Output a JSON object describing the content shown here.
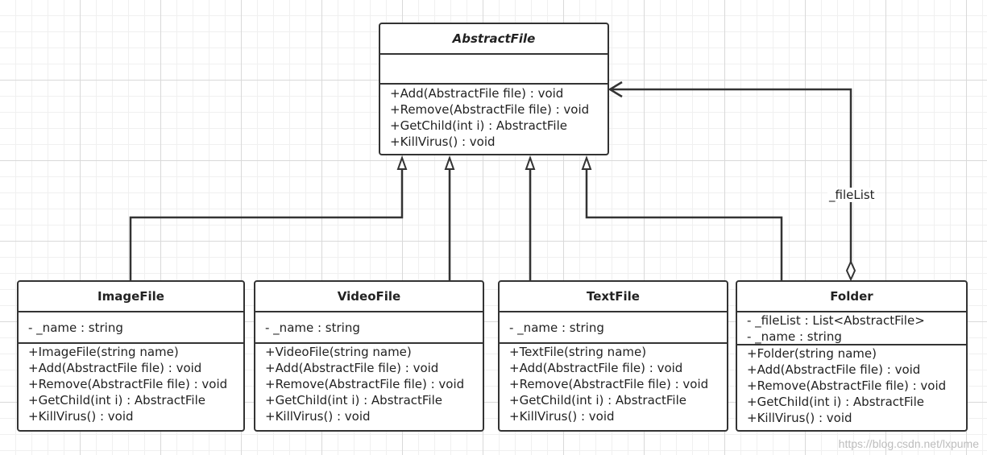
{
  "classes": [
    {
      "name": "AbstractFile",
      "abstract": true,
      "attributes": [],
      "operations": [
        "+Add(AbstractFile file) : void",
        "+Remove(AbstractFile file) : void",
        "+GetChild(int i) : AbstractFile",
        "+KillVirus() : void"
      ]
    },
    {
      "name": "ImageFile",
      "attributes": [
        "- _name : string"
      ],
      "operations": [
        "+ImageFile(string name)",
        "+Add(AbstractFile file) : void",
        "+Remove(AbstractFile file) : void",
        "+GetChild(int i) : AbstractFile",
        "+KillVirus() : void"
      ]
    },
    {
      "name": "VideoFile",
      "attributes": [
        "- _name : string"
      ],
      "operations": [
        "+VideoFile(string name)",
        "+Add(AbstractFile file) : void",
        "+Remove(AbstractFile file) : void",
        "+GetChild(int i) : AbstractFile",
        "+KillVirus() : void"
      ]
    },
    {
      "name": "TextFile",
      "attributes": [
        "- _name : string"
      ],
      "operations": [
        "+TextFile(string name)",
        "+Add(AbstractFile file) : void",
        "+Remove(AbstractFile file) : void",
        "+GetChild(int i) : AbstractFile",
        "+KillVirus() : void"
      ]
    },
    {
      "name": "Folder",
      "attributes": [
        "- _fileList : List<AbstractFile>",
        "- _name : string"
      ],
      "operations": [
        "+Folder(string name)",
        "+Add(AbstractFile file) : void",
        "+Remove(AbstractFile file) : void",
        "+GetChild(int i) : AbstractFile",
        "+KillVirus() : void"
      ]
    }
  ],
  "association": {
    "label": "_fileList"
  },
  "watermark": "https://blog.csdn.net/lxpume",
  "colors": {
    "line": "#333333",
    "grid": "#d9d9d9",
    "watermark": "#bdbdbd"
  }
}
